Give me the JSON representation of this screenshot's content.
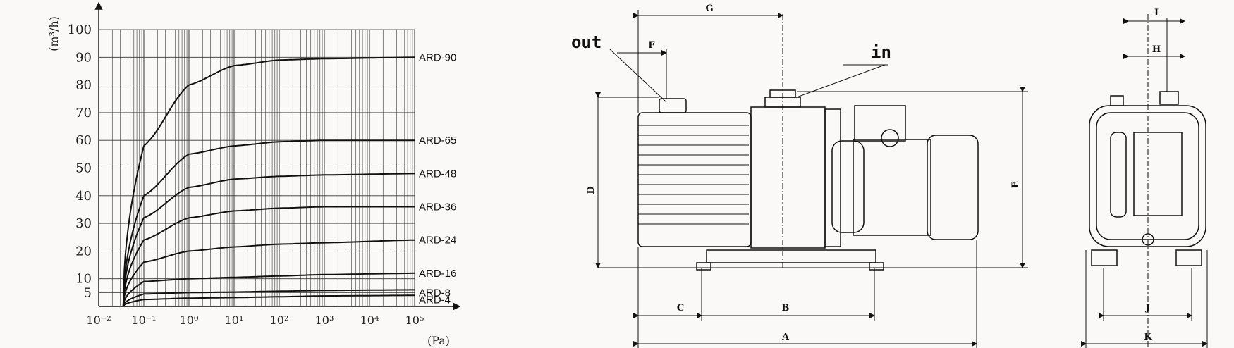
{
  "chart_data": {
    "type": "line",
    "ylabel": "(m³/h)",
    "xunit": "(Pa)",
    "xscale": "log",
    "xlim": [
      0.01,
      100000
    ],
    "ylim": [
      0,
      100
    ],
    "grid": true,
    "y_tick_labels": [
      "100",
      "90",
      "80",
      "70",
      "60",
      "50",
      "40",
      "30",
      "20",
      "10",
      "5"
    ],
    "y_tick_values": [
      100,
      90,
      80,
      70,
      60,
      50,
      40,
      30,
      20,
      10,
      5
    ],
    "x_tick_labels": [
      "10⁻²",
      "10⁻¹",
      "10⁰",
      "10¹",
      "10²",
      "10³",
      "10⁴",
      "10⁵"
    ],
    "x_tick_values": [
      0.01,
      0.1,
      1,
      10,
      100,
      1000,
      10000,
      100000
    ],
    "series": [
      {
        "name": "ARD-90",
        "x": [
          0.035,
          0.1,
          1,
          10,
          100,
          1000,
          100000
        ],
        "y": [
          0,
          58,
          80,
          87,
          89,
          89.5,
          90
        ]
      },
      {
        "name": "ARD-65",
        "x": [
          0.035,
          0.1,
          1,
          10,
          100,
          1000,
          100000
        ],
        "y": [
          0,
          40,
          55,
          58,
          59.5,
          60,
          60
        ]
      },
      {
        "name": "ARD-48",
        "x": [
          0.035,
          0.1,
          1,
          10,
          100,
          1000,
          100000
        ],
        "y": [
          0,
          32,
          43,
          46,
          47,
          47.5,
          48
        ]
      },
      {
        "name": "ARD-36",
        "x": [
          0.035,
          0.1,
          1,
          10,
          100,
          1000,
          100000
        ],
        "y": [
          0,
          24,
          32,
          34.5,
          35.5,
          36,
          36
        ]
      },
      {
        "name": "ARD-24",
        "x": [
          0.035,
          0.1,
          1,
          10,
          100,
          1000,
          100000
        ],
        "y": [
          0,
          16,
          20,
          21.5,
          22.5,
          23,
          24
        ]
      },
      {
        "name": "ARD-16",
        "x": [
          0.035,
          0.1,
          1,
          10,
          100,
          1000,
          100000
        ],
        "y": [
          0,
          9,
          10,
          10.5,
          11,
          11.5,
          12
        ]
      },
      {
        "name": "ARD-8",
        "x": [
          0.035,
          0.1,
          1,
          10,
          100,
          1000,
          100000
        ],
        "y": [
          0,
          4.5,
          5,
          5.2,
          5.5,
          5.8,
          6
        ]
      },
      {
        "name": "ARD-4",
        "x": [
          0.035,
          0.1,
          1,
          10,
          100,
          1000,
          100000
        ],
        "y": [
          0,
          2.5,
          3,
          3.2,
          3.5,
          3.8,
          4
        ]
      }
    ]
  },
  "drawing": {
    "port_out": "out",
    "port_in": "in",
    "dims": {
      "A": "A",
      "B": "B",
      "C": "C",
      "D": "D",
      "E": "E",
      "F": "F",
      "G": "G",
      "H": "H",
      "I": "I",
      "J": "J",
      "K": "K"
    }
  },
  "colors": {
    "line": "#111111",
    "grid": "#333333",
    "background": "#fbf9f7"
  }
}
